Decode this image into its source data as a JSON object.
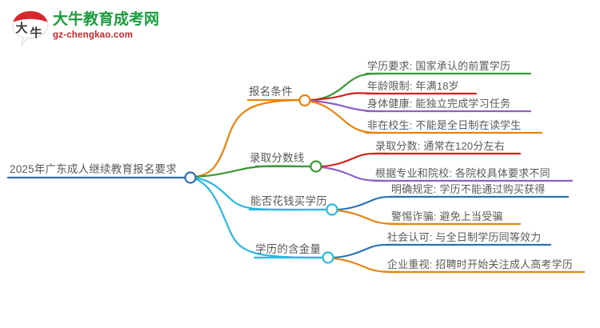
{
  "logo": {
    "name": "dani-education-logo",
    "mark_text": "大牛",
    "title_cn": "大牛教育成考网",
    "url": "gz-chengkao.com",
    "brand_green": "#1a9c3c",
    "brand_red": "#c0272d"
  },
  "mindmap": {
    "root": {
      "label": "2025年广东成人继续教育报名要求",
      "node_color": "#2f6fb0"
    },
    "branches": [
      {
        "label": "报名条件",
        "color": "#e8820c",
        "node_color": "#e8820c",
        "children": [
          {
            "label": "学历要求: 国家承认的前置学历",
            "color": "#3a9a35"
          },
          {
            "label": "年龄限制: 年满18岁",
            "color": "#d0211c"
          },
          {
            "label": "身体健康: 能独立完成学习任务",
            "color": "#8e5fc4"
          },
          {
            "label": "非在校生: 不能是全日制在读学生",
            "color": "#e8820c"
          }
        ]
      },
      {
        "label": "录取分数线",
        "color": "#3a9a35",
        "node_color": "#3a9a35",
        "children": [
          {
            "label": "录取分数: 通常在120分左右",
            "color": "#d0211c"
          },
          {
            "label": "根据专业和院校: 各院校具体要求不同",
            "color": "#8e5fc4"
          }
        ]
      },
      {
        "label": "能否花钱买学历",
        "color": "#2bb8e0",
        "node_color": "#2bb8e0",
        "children": [
          {
            "label": "明确规定: 学历不能通过购买获得",
            "color": "#2873b5"
          },
          {
            "label": "警惕诈骗: 避免上当受骗",
            "color": "#e8820c"
          }
        ]
      },
      {
        "label": "学历的含金量",
        "color": "#2bb8e0",
        "node_color": "#2bb8e0",
        "children": [
          {
            "label": "社会认可: 与全日制学历同等效力",
            "color": "#2873b5"
          },
          {
            "label": "企业重视: 招聘时开始关注成人高考学历",
            "color": "#e8820c"
          }
        ]
      }
    ]
  }
}
